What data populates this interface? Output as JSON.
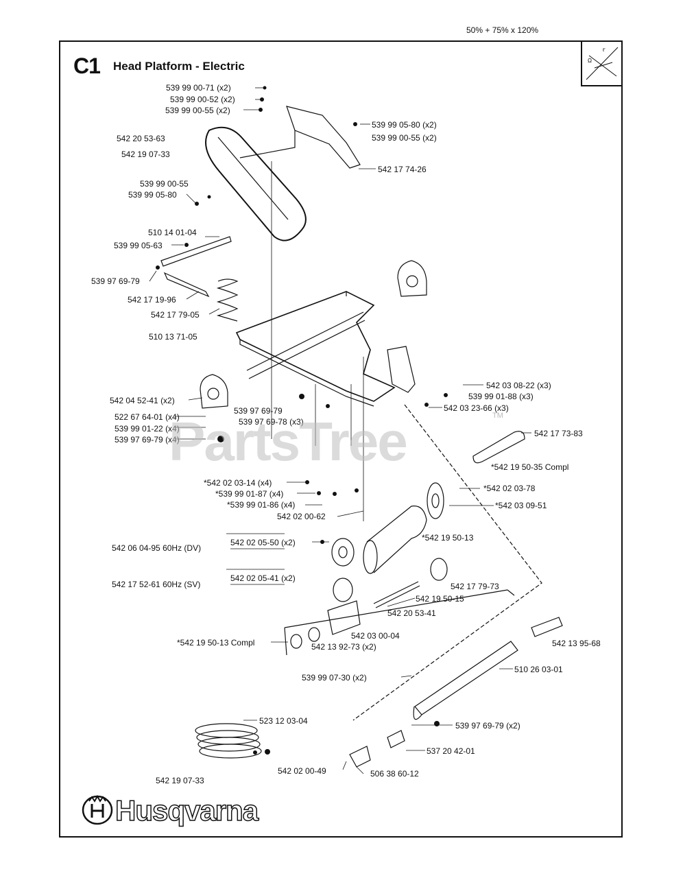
{
  "header": {
    "scale_note": "50% + 75% x 120%",
    "section_id": "C1",
    "section_title": "Head Platform - Electric"
  },
  "watermark": {
    "text": "PartsTree",
    "tm": "TM"
  },
  "brand": {
    "name": "Husqvarna"
  },
  "parts": [
    {
      "id": "p1",
      "text": "539 99 00-71 (x2)"
    },
    {
      "id": "p2",
      "text": "539 99 00-52 (x2)"
    },
    {
      "id": "p3",
      "text": "539 99 00-55 (x2)"
    },
    {
      "id": "p4",
      "text": "542 20 53-63"
    },
    {
      "id": "p5",
      "text": "542 19 07-33"
    },
    {
      "id": "p6",
      "text": "539 99 05-80 (x2)"
    },
    {
      "id": "p7",
      "text": "539 99 00-55 (x2)"
    },
    {
      "id": "p8",
      "text": "542 17 74-26"
    },
    {
      "id": "p9",
      "text": "539 99 00-55"
    },
    {
      "id": "p10",
      "text": "539 99 05-80"
    },
    {
      "id": "p11",
      "text": "510 14 01-04"
    },
    {
      "id": "p12",
      "text": "539 99 05-63"
    },
    {
      "id": "p13",
      "text": "539 97 69-79"
    },
    {
      "id": "p14",
      "text": "542 17 19-96"
    },
    {
      "id": "p15",
      "text": "542 17 79-05"
    },
    {
      "id": "p16",
      "text": "510 13 71-05"
    },
    {
      "id": "p17",
      "text": "542 03 08-22 (x3)"
    },
    {
      "id": "p18",
      "text": "539 99 01-88 (x3)"
    },
    {
      "id": "p19",
      "text": "542 03 23-66 (x3)"
    },
    {
      "id": "p20",
      "text": "542 04 52-41 (x2)"
    },
    {
      "id": "p21",
      "text": "539 97 69-79"
    },
    {
      "id": "p22",
      "text": "539 97 69-78 (x3)"
    },
    {
      "id": "p23",
      "text": "522 67 64-01 (x4)"
    },
    {
      "id": "p24",
      "text": "539 99 01-22 (x4)"
    },
    {
      "id": "p25",
      "text": "539 97 69-79 (x4)"
    },
    {
      "id": "p26",
      "text": "542 17 73-83"
    },
    {
      "id": "p27",
      "text": "*542 19 50-35 Compl"
    },
    {
      "id": "p28",
      "text": "*542 02 03-14 (x4)"
    },
    {
      "id": "p29",
      "text": "*539 99 01-87 (x4)"
    },
    {
      "id": "p30",
      "text": "*539 99 01-86 (x4)"
    },
    {
      "id": "p31",
      "text": "542 02 00-62"
    },
    {
      "id": "p32",
      "text": "*542 02 03-78"
    },
    {
      "id": "p33",
      "text": "*542 03 09-51"
    },
    {
      "id": "p34",
      "text": "542 06 04-95 60Hz (DV)"
    },
    {
      "id": "p35",
      "text": "542 02 05-50 (x2)"
    },
    {
      "id": "p36",
      "text": "*542 19 50-13"
    },
    {
      "id": "p37",
      "text": "542 17 52-61 60Hz (SV)"
    },
    {
      "id": "p38",
      "text": "542 02 05-41 (x2)"
    },
    {
      "id": "p39",
      "text": "542 17 79-73"
    },
    {
      "id": "p40",
      "text": "542 19 50-15"
    },
    {
      "id": "p41",
      "text": "542 20 53-41"
    },
    {
      "id": "p42",
      "text": "542 03 00-04"
    },
    {
      "id": "p43",
      "text": "*542 19 50-13 Compl"
    },
    {
      "id": "p44",
      "text": "542 13 92-73 (x2)"
    },
    {
      "id": "p45",
      "text": "542 13 95-68"
    },
    {
      "id": "p46",
      "text": "510 26 03-01"
    },
    {
      "id": "p47",
      "text": "539 99 07-30 (x2)"
    },
    {
      "id": "p48",
      "text": "523 12 03-04"
    },
    {
      "id": "p49",
      "text": "539 97 69-79 (x2)"
    },
    {
      "id": "p50",
      "text": "537 20 42-01"
    },
    {
      "id": "p51",
      "text": "542 02 00-49"
    },
    {
      "id": "p52",
      "text": "506 38 60-12"
    },
    {
      "id": "p53",
      "text": "542 19 07-33"
    }
  ]
}
